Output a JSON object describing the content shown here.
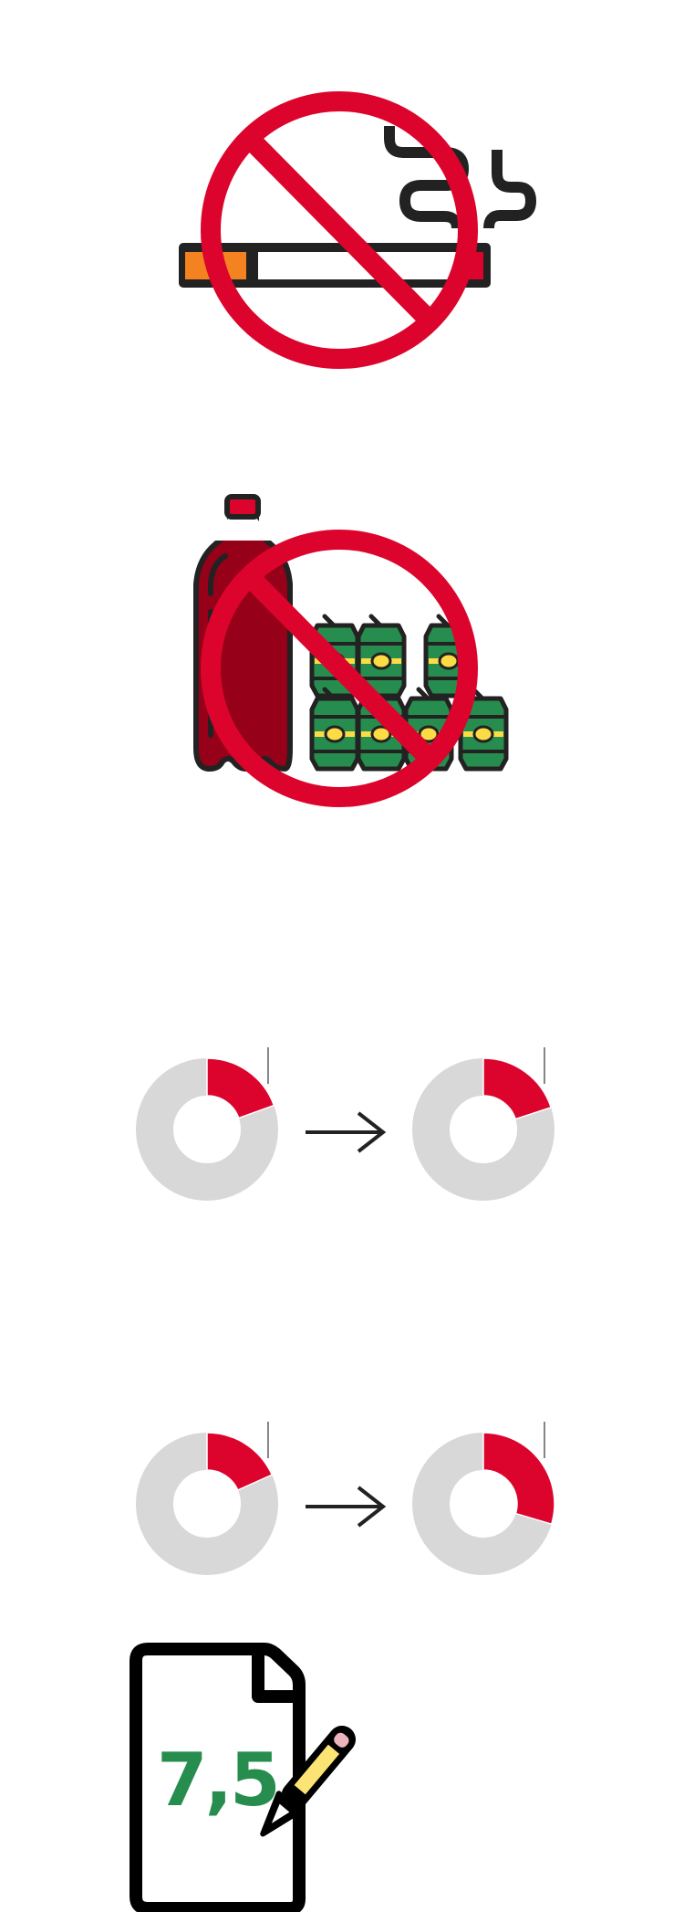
{
  "colors": {
    "accent_red": "#dc042c",
    "ring_gray": "#d8d8d8",
    "outline": "#222222",
    "score_green": "#268d4e",
    "bottle_red": "#960018",
    "can_green": "#278d4e",
    "label_yellow": "#fcdc44",
    "ember_orange": "#f58220",
    "eraser_pink": "#ecb4bc",
    "pencil_yellow": "#fce474"
  },
  "icons": {
    "no_smoking": "no-smoking-icon",
    "no_soda_beer": "no-soft-drinks-and-beer-icon",
    "arrow": "arrow-right-icon",
    "score_document": "document-with-pencil-icon"
  },
  "score": {
    "value": "7,5"
  },
  "chart_data": {
    "type": "donut",
    "rows": [
      {
        "before": 0.195,
        "after": 0.2,
        "reference": 0.17
      },
      {
        "before": 0.183,
        "after": 0.296,
        "reference": 0.17
      }
    ]
  }
}
